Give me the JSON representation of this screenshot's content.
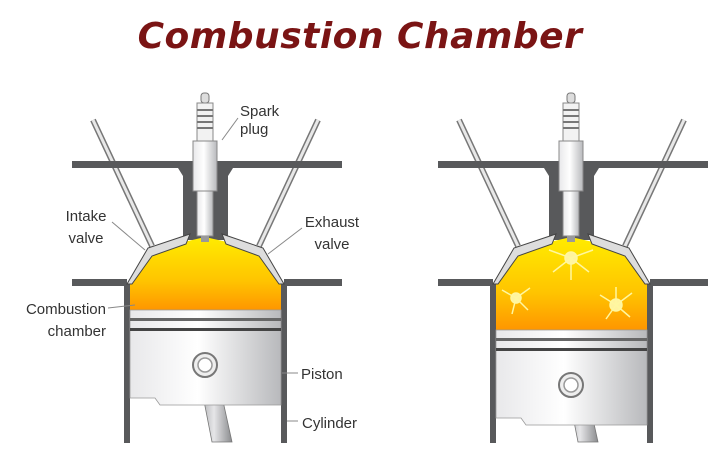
{
  "title": "Combustion Chamber",
  "labels": {
    "spark_plug": [
      "Spark",
      "plug"
    ],
    "intake_valve": [
      "Intake",
      "valve"
    ],
    "exhaust_valve": [
      "Exhaust",
      "valve"
    ],
    "combustion_chamber": [
      "Combustion",
      "chamber"
    ],
    "piston": "Piston",
    "cylinder": "Cylinder"
  },
  "colors": {
    "title": "#7a1414",
    "wall": "#58595b",
    "flame_top": "#ffe600",
    "flame_bottom": "#ff9a00"
  }
}
